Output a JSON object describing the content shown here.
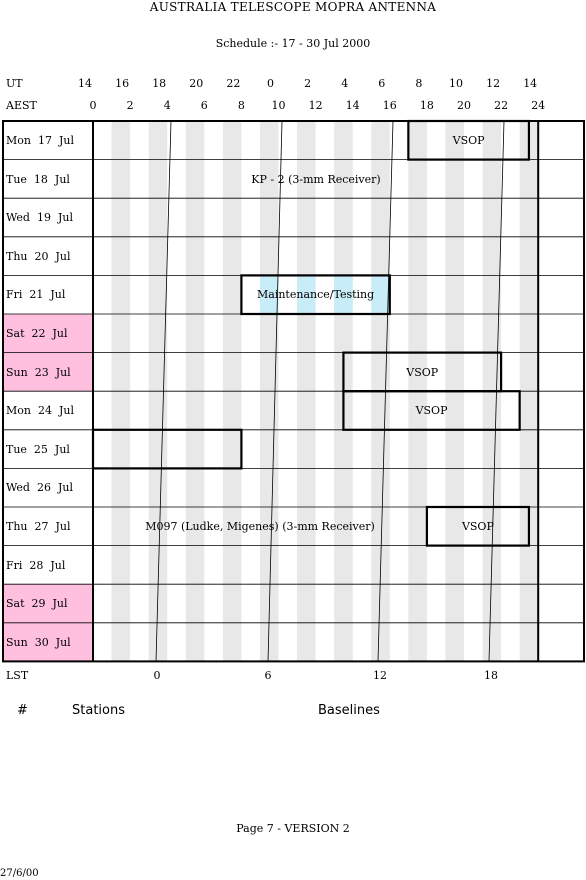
{
  "header": {
    "title": "AUSTRALIA TELESCOPE MOPRA ANTENNA",
    "subtitle": "Schedule :- 17 - 30 Jul 2000"
  },
  "axes": {
    "ut_label": "UT",
    "ut_ticks": [
      "14",
      "16",
      "18",
      "20",
      "22",
      "0",
      "2",
      "4",
      "6",
      "8",
      "10",
      "12",
      "14"
    ],
    "aest_label": "AEST",
    "aest_ticks": [
      "0",
      "2",
      "4",
      "6",
      "8",
      "10",
      "12",
      "14",
      "16",
      "18",
      "20",
      "22",
      "24"
    ],
    "lst_label": "LST",
    "lst_ticks": [
      "0",
      "6",
      "12",
      "18"
    ]
  },
  "days": [
    {
      "label": "Mon  17  Jul",
      "weekend": false
    },
    {
      "label": "Tue  18  Jul",
      "weekend": false
    },
    {
      "label": "Wed  19  Jul",
      "weekend": false
    },
    {
      "label": "Thu  20  Jul",
      "weekend": false
    },
    {
      "label": "Fri  21  Jul",
      "weekend": false
    },
    {
      "label": "Sat  22  Jul",
      "weekend": true
    },
    {
      "label": "Sun  23  Jul",
      "weekend": true
    },
    {
      "label": "Mon  24  Jul",
      "weekend": false
    },
    {
      "label": "Tue  25  Jul",
      "weekend": false
    },
    {
      "label": "Wed  26  Jul",
      "weekend": false
    },
    {
      "label": "Thu  27  Jul",
      "weekend": false
    },
    {
      "label": "Fri  28  Jul",
      "weekend": false
    },
    {
      "label": "Sat  29  Jul",
      "weekend": true
    },
    {
      "label": "Sun  30  Jul",
      "weekend": true
    }
  ],
  "blocks": [
    {
      "label": "VSOP",
      "day": 0,
      "start": 17.0,
      "end": 23.5
    },
    {
      "label": "KP - 2 (3-mm Receiver)",
      "day": 1,
      "start": 0,
      "end": 24,
      "outline": false
    },
    {
      "label": "Maintenance/Testing",
      "day": 4,
      "start": 8.0,
      "end": 16.0,
      "maintenance": true
    },
    {
      "label": "VSOP",
      "day": 6,
      "start": 13.5,
      "end": 22.0
    },
    {
      "label": "VSOP",
      "day": 7,
      "start": 13.5,
      "end": 23.0
    },
    {
      "label": "",
      "day": 8,
      "start": 0,
      "end": 8.0
    },
    {
      "label": "M097 (Ludke, Migenes) (3-mm Receiver)",
      "day": 10,
      "start": 0,
      "end": 18.0,
      "outline": false
    },
    {
      "label": "VSOP",
      "day": 10,
      "start": 18.0,
      "end": 23.5
    }
  ],
  "footer": {
    "col_num": "#",
    "col_stations": "Stations",
    "col_baselines": "Baselines",
    "page_version": "Page 7 - VERSION 2",
    "date_stamp": "27/6/00"
  },
  "colors": {
    "weekend": "#ffc0e0",
    "stripe": "#e8e8e8",
    "maintenance": "#c8ecf8"
  }
}
